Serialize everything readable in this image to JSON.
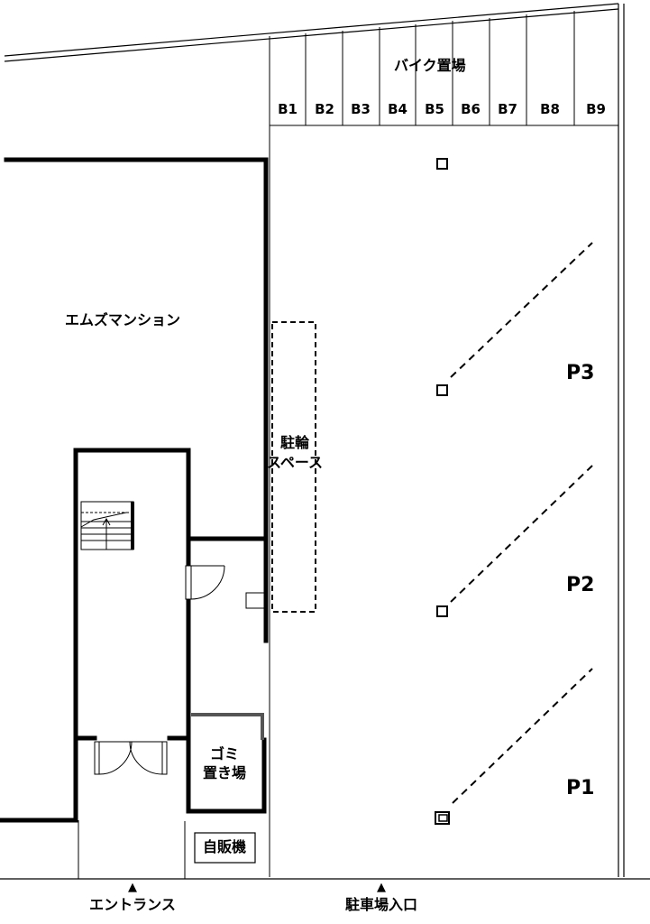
{
  "bike_parking": {
    "title": "バイク置場",
    "slots": [
      "B1",
      "B2",
      "B3",
      "B4",
      "B5",
      "B6",
      "B7",
      "B8",
      "B9"
    ]
  },
  "labels": {
    "mansion": "エムズマンション",
    "bicycle_space_line1": "駐輪",
    "bicycle_space_line2": "スペース",
    "garbage_line1": "ゴミ",
    "garbage_line2": "置き場",
    "vending": "自販機",
    "entrance": "エントランス",
    "parking_entrance": "駐車場入口"
  },
  "parking_spots": [
    "P3",
    "P2",
    "P1"
  ],
  "entrance_marker": "▲",
  "parking_entrance_marker": "▲"
}
